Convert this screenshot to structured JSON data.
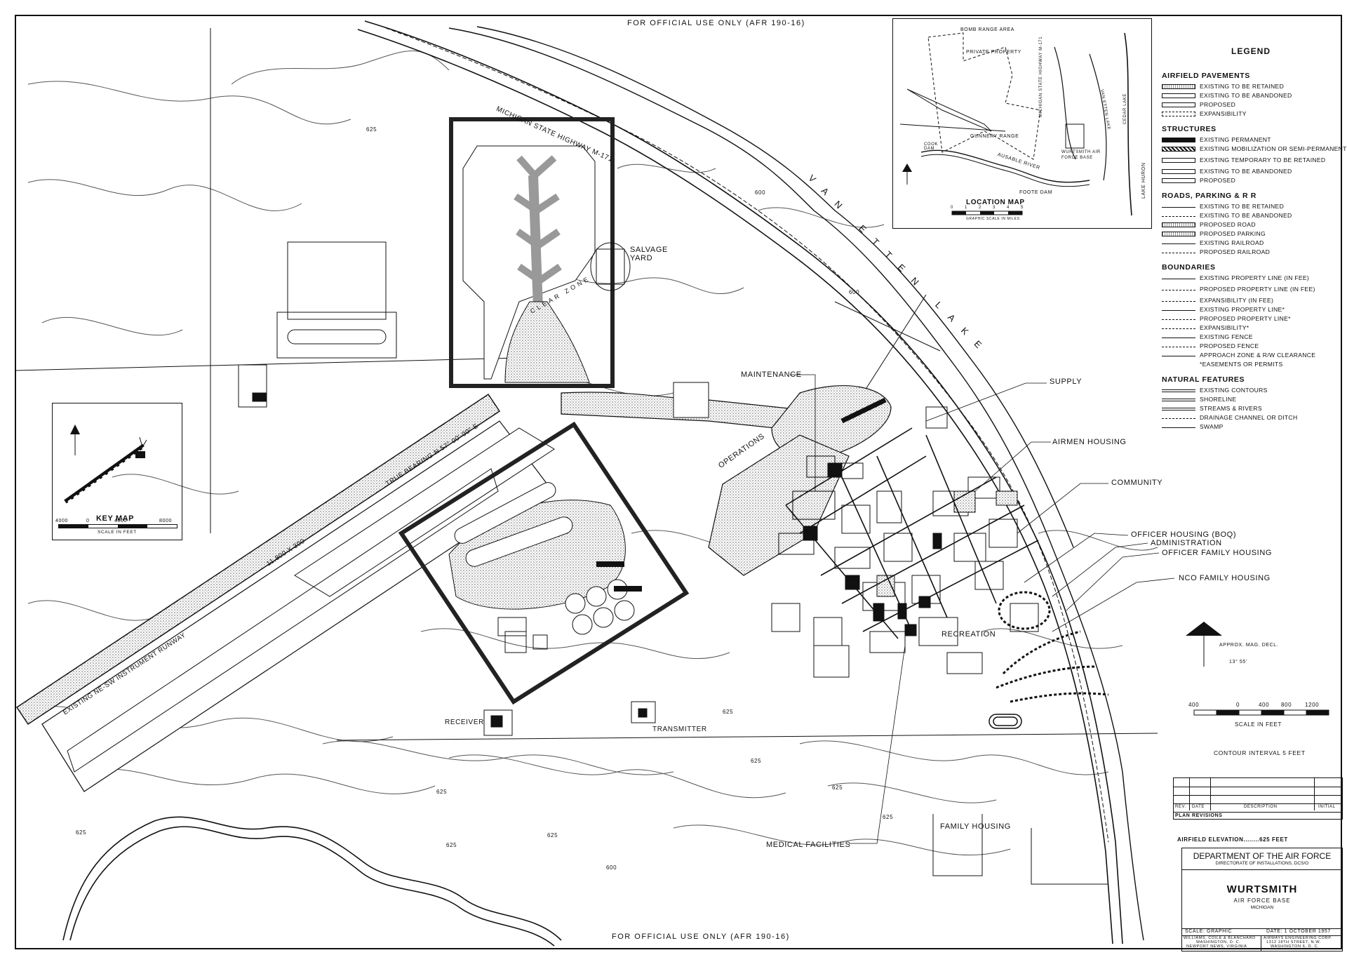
{
  "header": "FOR OFFICIAL USE ONLY (AFR 190-16)",
  "footer": "FOR OFFICIAL USE ONLY (AFR 190-16)",
  "legend": {
    "title": "LEGEND",
    "sections": [
      {
        "heading": "AIRFIELD PAVEMENTS",
        "items": [
          {
            "label": "EXISTING TO BE RETAINED",
            "style": "dots"
          },
          {
            "label": "EXISTING TO BE ABANDONED",
            "style": "plain"
          },
          {
            "label": "PROPOSED",
            "style": "plain"
          },
          {
            "label": "EXPANSIBILITY",
            "style": "dash"
          }
        ]
      },
      {
        "heading": "STRUCTURES",
        "items": [
          {
            "label": "EXISTING PERMANENT",
            "style": "solid"
          },
          {
            "label": "EXISTING MOBILIZATION OR SEMI-PERMANENT",
            "style": "hatch"
          },
          {
            "label": "EXISTING TEMPORARY TO BE RETAINED",
            "style": "plain"
          },
          {
            "label": "EXISTING TO BE ABANDONED",
            "style": "plain"
          },
          {
            "label": "PROPOSED",
            "style": "plain"
          }
        ]
      },
      {
        "heading": "ROADS, PARKING & R R",
        "items": [
          {
            "label": "EXISTING TO BE RETAINED",
            "style": "line"
          },
          {
            "label": "EXISTING TO BE ABANDONED",
            "style": "dline"
          },
          {
            "label": "PROPOSED ROAD",
            "style": "dots"
          },
          {
            "label": "PROPOSED PARKING",
            "style": "dots"
          },
          {
            "label": "EXISTING RAILROAD",
            "style": "line"
          },
          {
            "label": "PROPOSED RAILROAD",
            "style": "dline"
          }
        ]
      },
      {
        "heading": "BOUNDARIES",
        "items": [
          {
            "label": "EXISTING PROPERTY LINE (IN FEE)",
            "style": "line"
          },
          {
            "label": "PROPOSED PROPERTY LINE (IN FEE)",
            "style": "dline"
          },
          {
            "label": "EXPANSIBILITY (IN FEE)",
            "style": "dline"
          },
          {
            "label": "EXISTING PROPERTY LINE*",
            "style": "line"
          },
          {
            "label": "PROPOSED PROPERTY LINE*",
            "style": "dline"
          },
          {
            "label": "EXPANSIBILITY*",
            "style": "dline"
          },
          {
            "label": "EXISTING FENCE",
            "style": "line"
          },
          {
            "label": "PROPOSED FENCE",
            "style": "dline"
          },
          {
            "label": "APPROACH ZONE & R/W CLEARANCE",
            "style": "line"
          },
          {
            "label": "*EASEMENTS OR PERMITS",
            "style": "none"
          }
        ]
      },
      {
        "heading": "NATURAL FEATURES",
        "items": [
          {
            "label": "EXISTING CONTOURS",
            "style": "wavy"
          },
          {
            "label": "SHORELINE",
            "style": "wavy"
          },
          {
            "label": "STREAMS & RIVERS",
            "style": "wavy"
          },
          {
            "label": "DRAINAGE CHANNEL OR DITCH",
            "style": "dline"
          },
          {
            "label": "SWAMP",
            "style": "line"
          }
        ]
      }
    ]
  },
  "location_map": {
    "title": "LOCATION MAP",
    "scale_caption": "GRAPHIC SCALE IN MILES",
    "scale_ticks": [
      "0",
      "1",
      "2",
      "3",
      "4",
      "5"
    ],
    "labels": [
      "BOMB RANGE AREA",
      "PRIVATE PROPERTY",
      "GUNNERY RANGE",
      "COOK DAM",
      "AUSABLE RIVER",
      "FOOTE DAM",
      "WURTSMITH AIR FORCE BASE",
      "MICHIGAN STATE HIGHWAY M-171",
      "VAN ETTEN LAKE",
      "CEDAR LAKE",
      "LAKE HURON"
    ]
  },
  "key_map": {
    "title": "KEY MAP",
    "scale_ticks": [
      "4000",
      "0",
      "4000",
      "8000"
    ],
    "scale_caption": "SCALE IN FEET"
  },
  "map_labels": {
    "highway": "MICHIGAN STATE HIGHWAY M-171",
    "lake": "VAN ETTEN LAKE",
    "salvage_yard": "SALVAGE YARD",
    "clear_zone": "CLEAR ZONE",
    "maintenance": "MAINTENANCE",
    "operations": "OPERATIONS",
    "supply": "SUPPLY",
    "airmen_housing": "AIRMEN HOUSING",
    "community": "COMMUNITY",
    "officer_housing_boq": "OFFICER HOUSING (BOQ)",
    "administration": "ADMINISTRATION",
    "officer_family_housing": "OFFICER FAMILY HOUSING",
    "nco_family_housing": "NCO FAMILY HOUSING",
    "recreation": "RECREATION",
    "receiver": "RECEIVER",
    "transmitter": "TRANSMITTER",
    "medical_facilities": "MEDICAL FACILITIES",
    "family_housing": "FAMILY HOUSING",
    "true_bearing": "TRUE BEARING N 57° 00' 00\" E",
    "runway_dims": "11,800 X 300",
    "runway_name": "EXISTING NE-SW INSTRUMENT RUNWAY",
    "contours": [
      "625",
      "625",
      "625",
      "600",
      "600",
      "625",
      "625",
      "625",
      "625",
      "625",
      "625",
      "600"
    ]
  },
  "north_arrow": {
    "caption": "APPROX. MAG. DECL.",
    "declination": "13° 55'"
  },
  "scale_bar": {
    "ticks": [
      "400",
      "0",
      "400",
      "800",
      "1200"
    ],
    "caption": "SCALE IN FEET"
  },
  "contour_interval": "CONTOUR INTERVAL 5 FEET",
  "revisions": {
    "cols": [
      "REV.",
      "DATE",
      "DESCRIPTION",
      "INITIAL"
    ],
    "caption": "PLAN REVISIONS"
  },
  "airfield_elevation": "AIRFIELD ELEVATION........625 FEET",
  "title_block": {
    "dept": "DEPARTMENT OF THE AIR FORCE",
    "directorate": "DIRECTORATE OF INSTALLATIONS, DCS/O",
    "base": "WURTSMITH",
    "base_sub": "AIR FORCE BASE",
    "state": "MICHIGAN",
    "scale": "SCALE: GRAPHIC",
    "date": "DATE: 1 OCTOBER 1957",
    "firm1": "WILLIAMS, COILE & BLANCHARD",
    "firm1_city": "WASHINGTON, D. C.",
    "firm1_city2": "NEWPORT NEWS, VIRGINIA",
    "firm2": "AIRWAYS ENGINEERING CORP.",
    "firm2_addr": "1312 18TH STREET, N.W.",
    "firm2_city": "WASHINGTON 6, D. C."
  }
}
